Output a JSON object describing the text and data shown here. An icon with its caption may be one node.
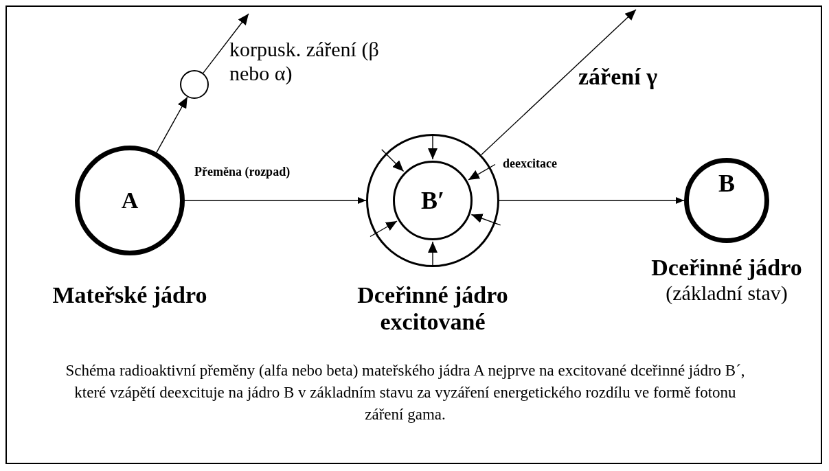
{
  "diagram": {
    "nodes": [
      {
        "text": [
          "A"
        ],
        "beside": [
          "Mateřské jádro"
        ]
      },
      {
        "text": [],
        "shape": "circle"
      },
      {
        "text": [
          "B′"
        ],
        "beside": [
          "Dceřinné jádro excitované"
        ]
      },
      {
        "text": [
          "B"
        ],
        "beside": [
          "Dceřinné jádro",
          "(základní stav)"
        ]
      }
    ],
    "edges": [
      {
        "from": 0,
        "to": 1,
        "arrow": "to"
      },
      {
        "from": 1,
        "to": null,
        "arrow": "to"
      },
      {
        "from": 0,
        "to": 2,
        "arrow": "to",
        "label": "Přeměna (rozpad)"
      },
      {
        "from": 2,
        "to": 3,
        "arrow": "to"
      },
      {
        "from": 2,
        "to": null,
        "arrow": "to"
      }
    ],
    "labels": [
      "korpusk. záření (β nebo α)",
      "záření γ",
      "deexcitace"
    ],
    "caption": "Schéma radioaktivní přeměny (alfa nebo beta) mateřského jádra A nejprve na excitované dceřinné jádro B´, které vzápětí deexcituje na jádro B v základním stavu za vyzáření energetického rozdílu ve formě fotonu záření gama."
  }
}
